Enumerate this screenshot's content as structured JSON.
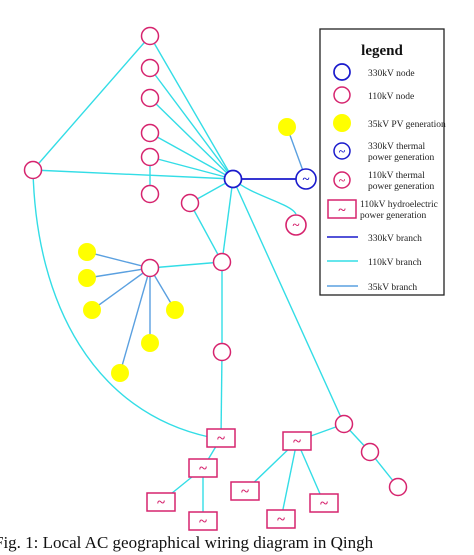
{
  "legend": {
    "title": "legend",
    "items": [
      {
        "key": "node330",
        "label": [
          "330kV node"
        ]
      },
      {
        "key": "node110",
        "label": [
          "110kV node"
        ]
      },
      {
        "key": "pv35",
        "label": [
          "35kV PV generation"
        ]
      },
      {
        "key": "thermal330",
        "label": [
          "330kV thermal",
          "power generation"
        ]
      },
      {
        "key": "thermal110",
        "label": [
          "110kV thermal",
          "power generation"
        ]
      },
      {
        "key": "hydro110",
        "label": [
          "110kV hydroelectric",
          "power generation"
        ]
      },
      {
        "key": "branch330",
        "label": [
          "330kV branch"
        ]
      },
      {
        "key": "branch110",
        "label": [
          "110kV branch"
        ]
      },
      {
        "key": "branch35",
        "label": [
          "35kV branch"
        ]
      }
    ]
  },
  "colors": {
    "node330": "#1a1acc",
    "node110": "#d6246e",
    "pv": "#ffff00",
    "branch330": "#1a1acc",
    "branch110": "#33dde6",
    "branch35": "#5aa0e0"
  },
  "symbols": {
    "generator": "~"
  },
  "caption": "Fig. 1: Local AC geographical wiring diagram in Qingh"
}
